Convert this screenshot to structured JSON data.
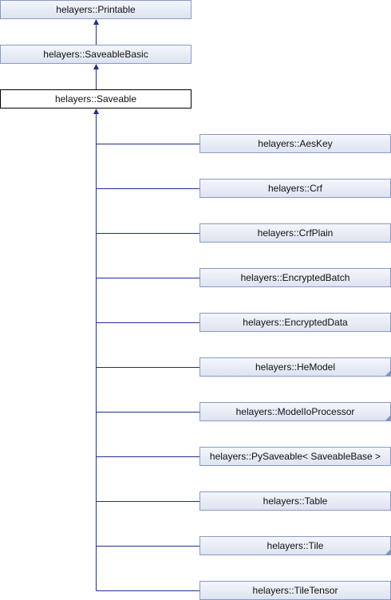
{
  "ancestors": [
    {
      "label": "helayers::Printable"
    },
    {
      "label": "helayers::SaveableBasic"
    }
  ],
  "current": {
    "label": "helayers::Saveable"
  },
  "derived": [
    {
      "label": "helayers::AesKey",
      "has_more": false
    },
    {
      "label": "helayers::Crf",
      "has_more": false
    },
    {
      "label": "helayers::CrfPlain",
      "has_more": false
    },
    {
      "label": "helayers::EncryptedBatch",
      "has_more": false
    },
    {
      "label": "helayers::EncryptedData",
      "has_more": false
    },
    {
      "label": "helayers::HeModel",
      "has_more": true
    },
    {
      "label": "helayers::ModelIoProcessor",
      "has_more": true
    },
    {
      "label": "helayers::PySaveable< SaveableBase >",
      "has_more": false
    },
    {
      "label": "helayers::Table",
      "has_more": false
    },
    {
      "label": "helayers::Tile",
      "has_more": true
    },
    {
      "label": "helayers::TileTensor",
      "has_more": false
    }
  ],
  "colors": {
    "edge": "#1f2f8f",
    "node_border": "#8a9ac5"
  }
}
